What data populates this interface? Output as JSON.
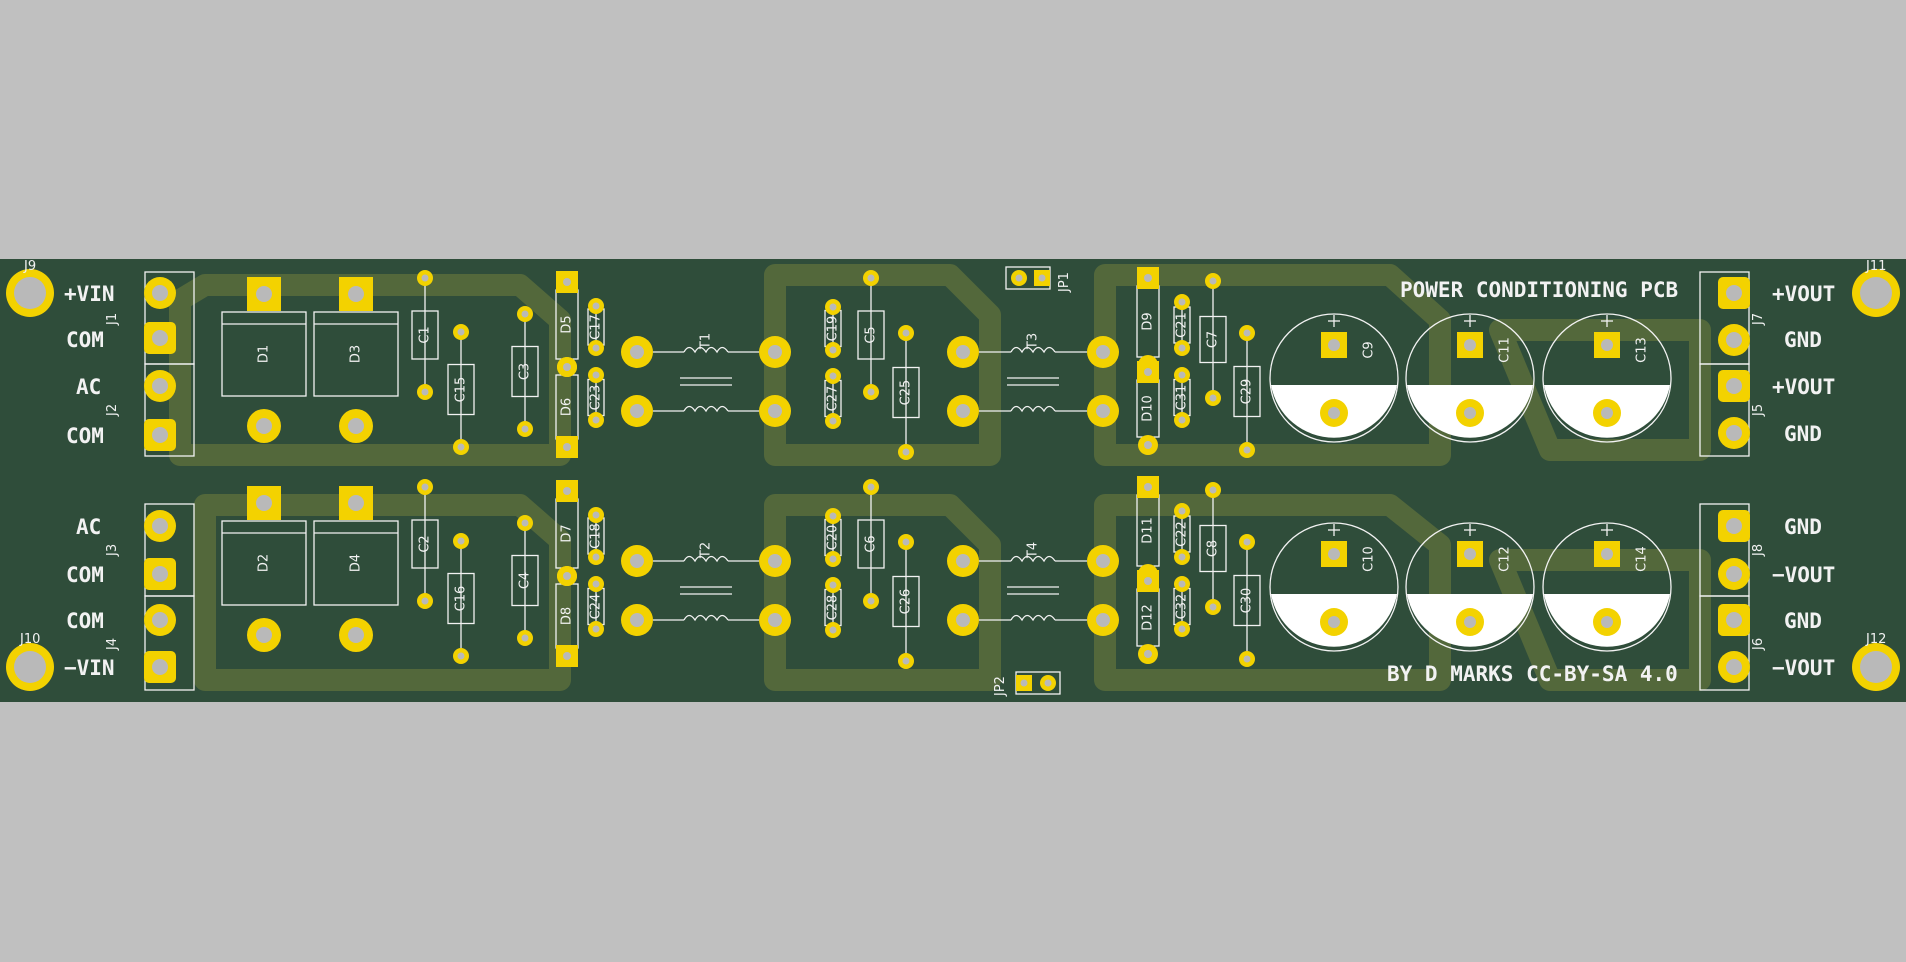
{
  "board": {
    "title": "POWER CONDITIONING PCB",
    "credit": "BY D MARKS CC-BY-SA 4.0",
    "colors": {
      "background": "#c0c0c0",
      "board": "#2f4d3a",
      "copper_pour": "#586b3c",
      "pad": "#f3d200",
      "silkscreen": "#f2f2f2"
    }
  },
  "left_connectors": [
    {
      "ref": "J1",
      "pins": [
        "+VIN",
        "COM"
      ]
    },
    {
      "ref": "J2",
      "pins": [
        "AC",
        "COM"
      ]
    },
    {
      "ref": "J3",
      "pins": [
        "AC",
        "COM"
      ]
    },
    {
      "ref": "J4",
      "pins": [
        "COM",
        "−VIN"
      ]
    }
  ],
  "right_connectors": [
    {
      "ref": "J7",
      "pins": [
        "+VOUT",
        "GND"
      ]
    },
    {
      "ref": "J5",
      "pins": [
        "+VOUT",
        "GND"
      ]
    },
    {
      "ref": "J8",
      "pins": [
        "GND",
        "−VOUT"
      ]
    },
    {
      "ref": "J6",
      "pins": [
        "GND",
        "−VOUT"
      ]
    }
  ],
  "mount_holes": [
    "J9",
    "J10",
    "J11",
    "J12"
  ],
  "jumpers": [
    "JP1",
    "JP2"
  ],
  "components": {
    "top_row": {
      "diodes_big": [
        "D1",
        "D3"
      ],
      "caps_small": [
        "C1",
        "C15",
        "C3"
      ],
      "diodes_small": [
        "D5",
        "D6"
      ],
      "caps_tiny": [
        "C17",
        "C23"
      ],
      "transformers": [
        "T1",
        "T3"
      ],
      "mid_caps_tiny": [
        "C19",
        "C27"
      ],
      "mid_caps": [
        "C5",
        "C25"
      ],
      "out_diodes": [
        "D9",
        "D10"
      ],
      "out_caps_tiny": [
        "C21",
        "C31"
      ],
      "out_caps": [
        "C7",
        "C29"
      ],
      "electrolytics": [
        "C9",
        "C11",
        "C13"
      ]
    },
    "bottom_row": {
      "diodes_big": [
        "D2",
        "D4"
      ],
      "caps_small": [
        "C2",
        "C16",
        "C4"
      ],
      "diodes_small": [
        "D7",
        "D8"
      ],
      "caps_tiny": [
        "C18",
        "C24"
      ],
      "transformers": [
        "T2",
        "T4"
      ],
      "mid_caps_tiny": [
        "C20",
        "C28"
      ],
      "mid_caps": [
        "C6",
        "C26"
      ],
      "out_diodes": [
        "D11",
        "D12"
      ],
      "out_caps_tiny": [
        "C22",
        "C32"
      ],
      "out_caps": [
        "C8",
        "C30"
      ],
      "electrolytics": [
        "C10",
        "C12",
        "C14"
      ]
    }
  }
}
